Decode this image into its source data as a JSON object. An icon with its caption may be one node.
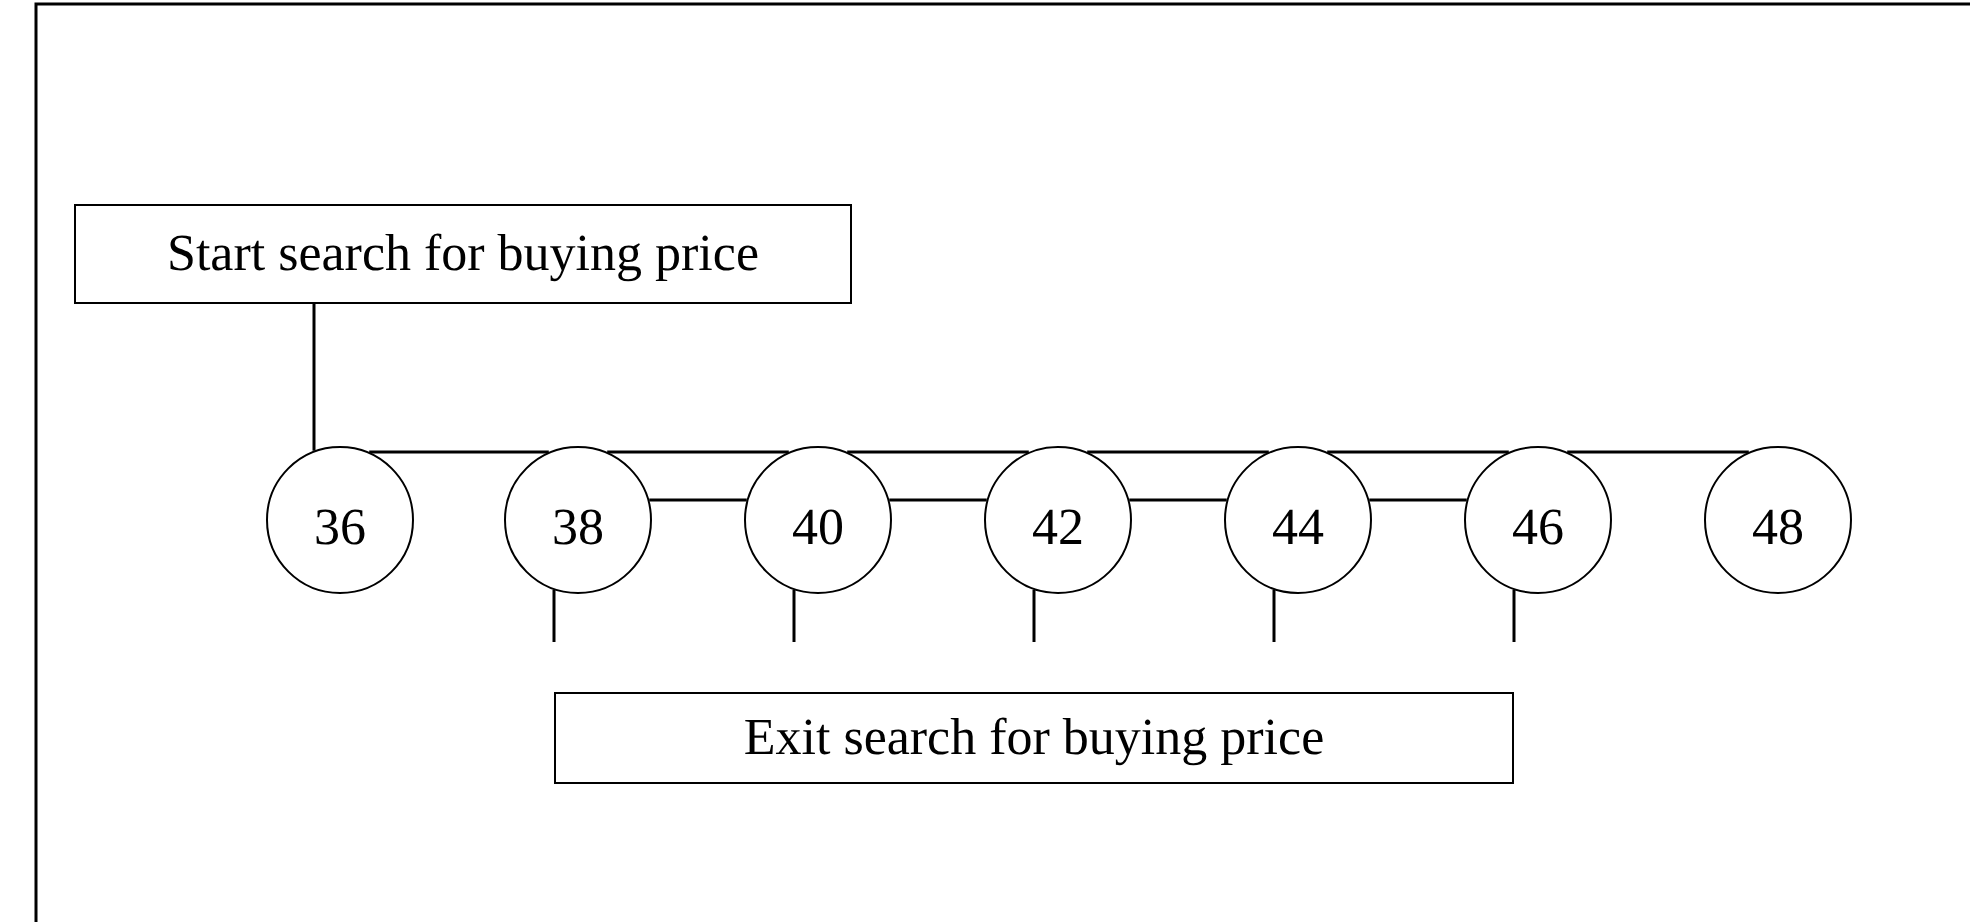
{
  "diagram": {
    "nodes": [
      {
        "text": [
          "Start search for buying price"
        ]
      },
      {
        "text": [
          "36"
        ]
      },
      {
        "text": [
          "38"
        ]
      },
      {
        "text": [
          "40"
        ]
      },
      {
        "text": [
          "42"
        ]
      },
      {
        "text": [
          "44"
        ]
      },
      {
        "text": [
          "46"
        ]
      },
      {
        "text": [
          "48"
        ]
      },
      {
        "text": [
          "Exit search for buying price"
        ]
      }
    ],
    "edges": [
      {
        "from": 0,
        "to": 1,
        "arrow": "none"
      },
      {
        "from": 1,
        "to": 2,
        "arrow": "none"
      },
      {
        "from": 2,
        "to": 3,
        "arrow": "none"
      },
      {
        "from": 2,
        "to": 3,
        "arrow": "none"
      },
      {
        "from": 3,
        "to": 4,
        "arrow": "none"
      },
      {
        "from": 3,
        "to": 4,
        "arrow": "none"
      },
      {
        "from": 4,
        "to": 5,
        "arrow": "none"
      },
      {
        "from": 4,
        "to": 5,
        "arrow": "none"
      },
      {
        "from": 5,
        "to": 6,
        "arrow": "none"
      },
      {
        "from": 5,
        "to": 6,
        "arrow": "none"
      },
      {
        "from": 6,
        "to": 7,
        "arrow": "none"
      },
      {
        "from": 2,
        "to": null,
        "arrow": "none"
      },
      {
        "from": 3,
        "to": null,
        "arrow": "none"
      },
      {
        "from": 4,
        "to": null,
        "arrow": "none"
      },
      {
        "from": 5,
        "to": null,
        "arrow": "none"
      },
      {
        "from": 6,
        "to": null,
        "arrow": "none"
      }
    ]
  }
}
